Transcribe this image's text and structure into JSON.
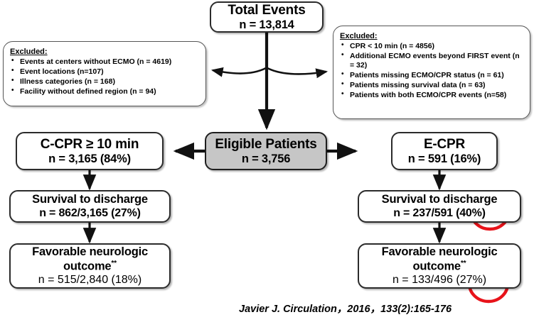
{
  "diagram": {
    "title": "CPR / ECMO outcomes flow diagram",
    "accent_highlight_color": "#e8131a",
    "eligible_fill_color": "#c6c6c6",
    "box_border_color": "#2b2b2b"
  },
  "nodes": {
    "total_events": {
      "label": "Total Events",
      "count": "n = 13,814"
    },
    "eligible": {
      "label": "Eligible Patients",
      "count": "n = 3,756"
    },
    "ccpr": {
      "label": "C-CPR ≥ 10 min",
      "count": "n = 3,165 (84%)"
    },
    "ecpr": {
      "label": "E-CPR",
      "count": "n = 591 (16%)"
    },
    "ccpr_survival": {
      "label": "Survival to discharge",
      "count": "n = 862/3,165 (27%)"
    },
    "ecpr_survival": {
      "label": "Survival to discharge",
      "count": "n = 237/591 (40%)"
    },
    "ccpr_neuro": {
      "label": "Favorable neurologic",
      "label2": "outcome",
      "label2_sup": "**",
      "count": "n = 515/2,840 (18%)"
    },
    "ecpr_neuro": {
      "label": "Favorable neurologic",
      "label2": "outcome",
      "label2_sup": "**",
      "count": "n = 133/496 (27%)"
    }
  },
  "exclusions": {
    "left": {
      "heading": "Excluded:",
      "items": [
        "Events at centers without ECMO (n = 4619)",
        "Event locations (n=107)",
        "Illness categories (n = 168)",
        "Facility without defined region (n = 94)"
      ]
    },
    "right": {
      "heading": "Excluded:",
      "items": [
        "CPR < 10 min (n = 4856)",
        "Additional ECMO events beyond FIRST event (n = 32)",
        "Patients missing ECMO/CPR status (n = 61)",
        "Patients missing survival data (n = 63)",
        "Patients with both ECMO/CPR events (n=58)"
      ]
    }
  },
  "annotations": {
    "circles": [
      {
        "name": "highlight-ecpr-survival-40",
        "target": "40%"
      },
      {
        "name": "highlight-ecpr-neuro-27",
        "target": "27%"
      }
    ]
  },
  "citation": {
    "text": "Javier J. Circulation，2016，133(2):165-176"
  }
}
